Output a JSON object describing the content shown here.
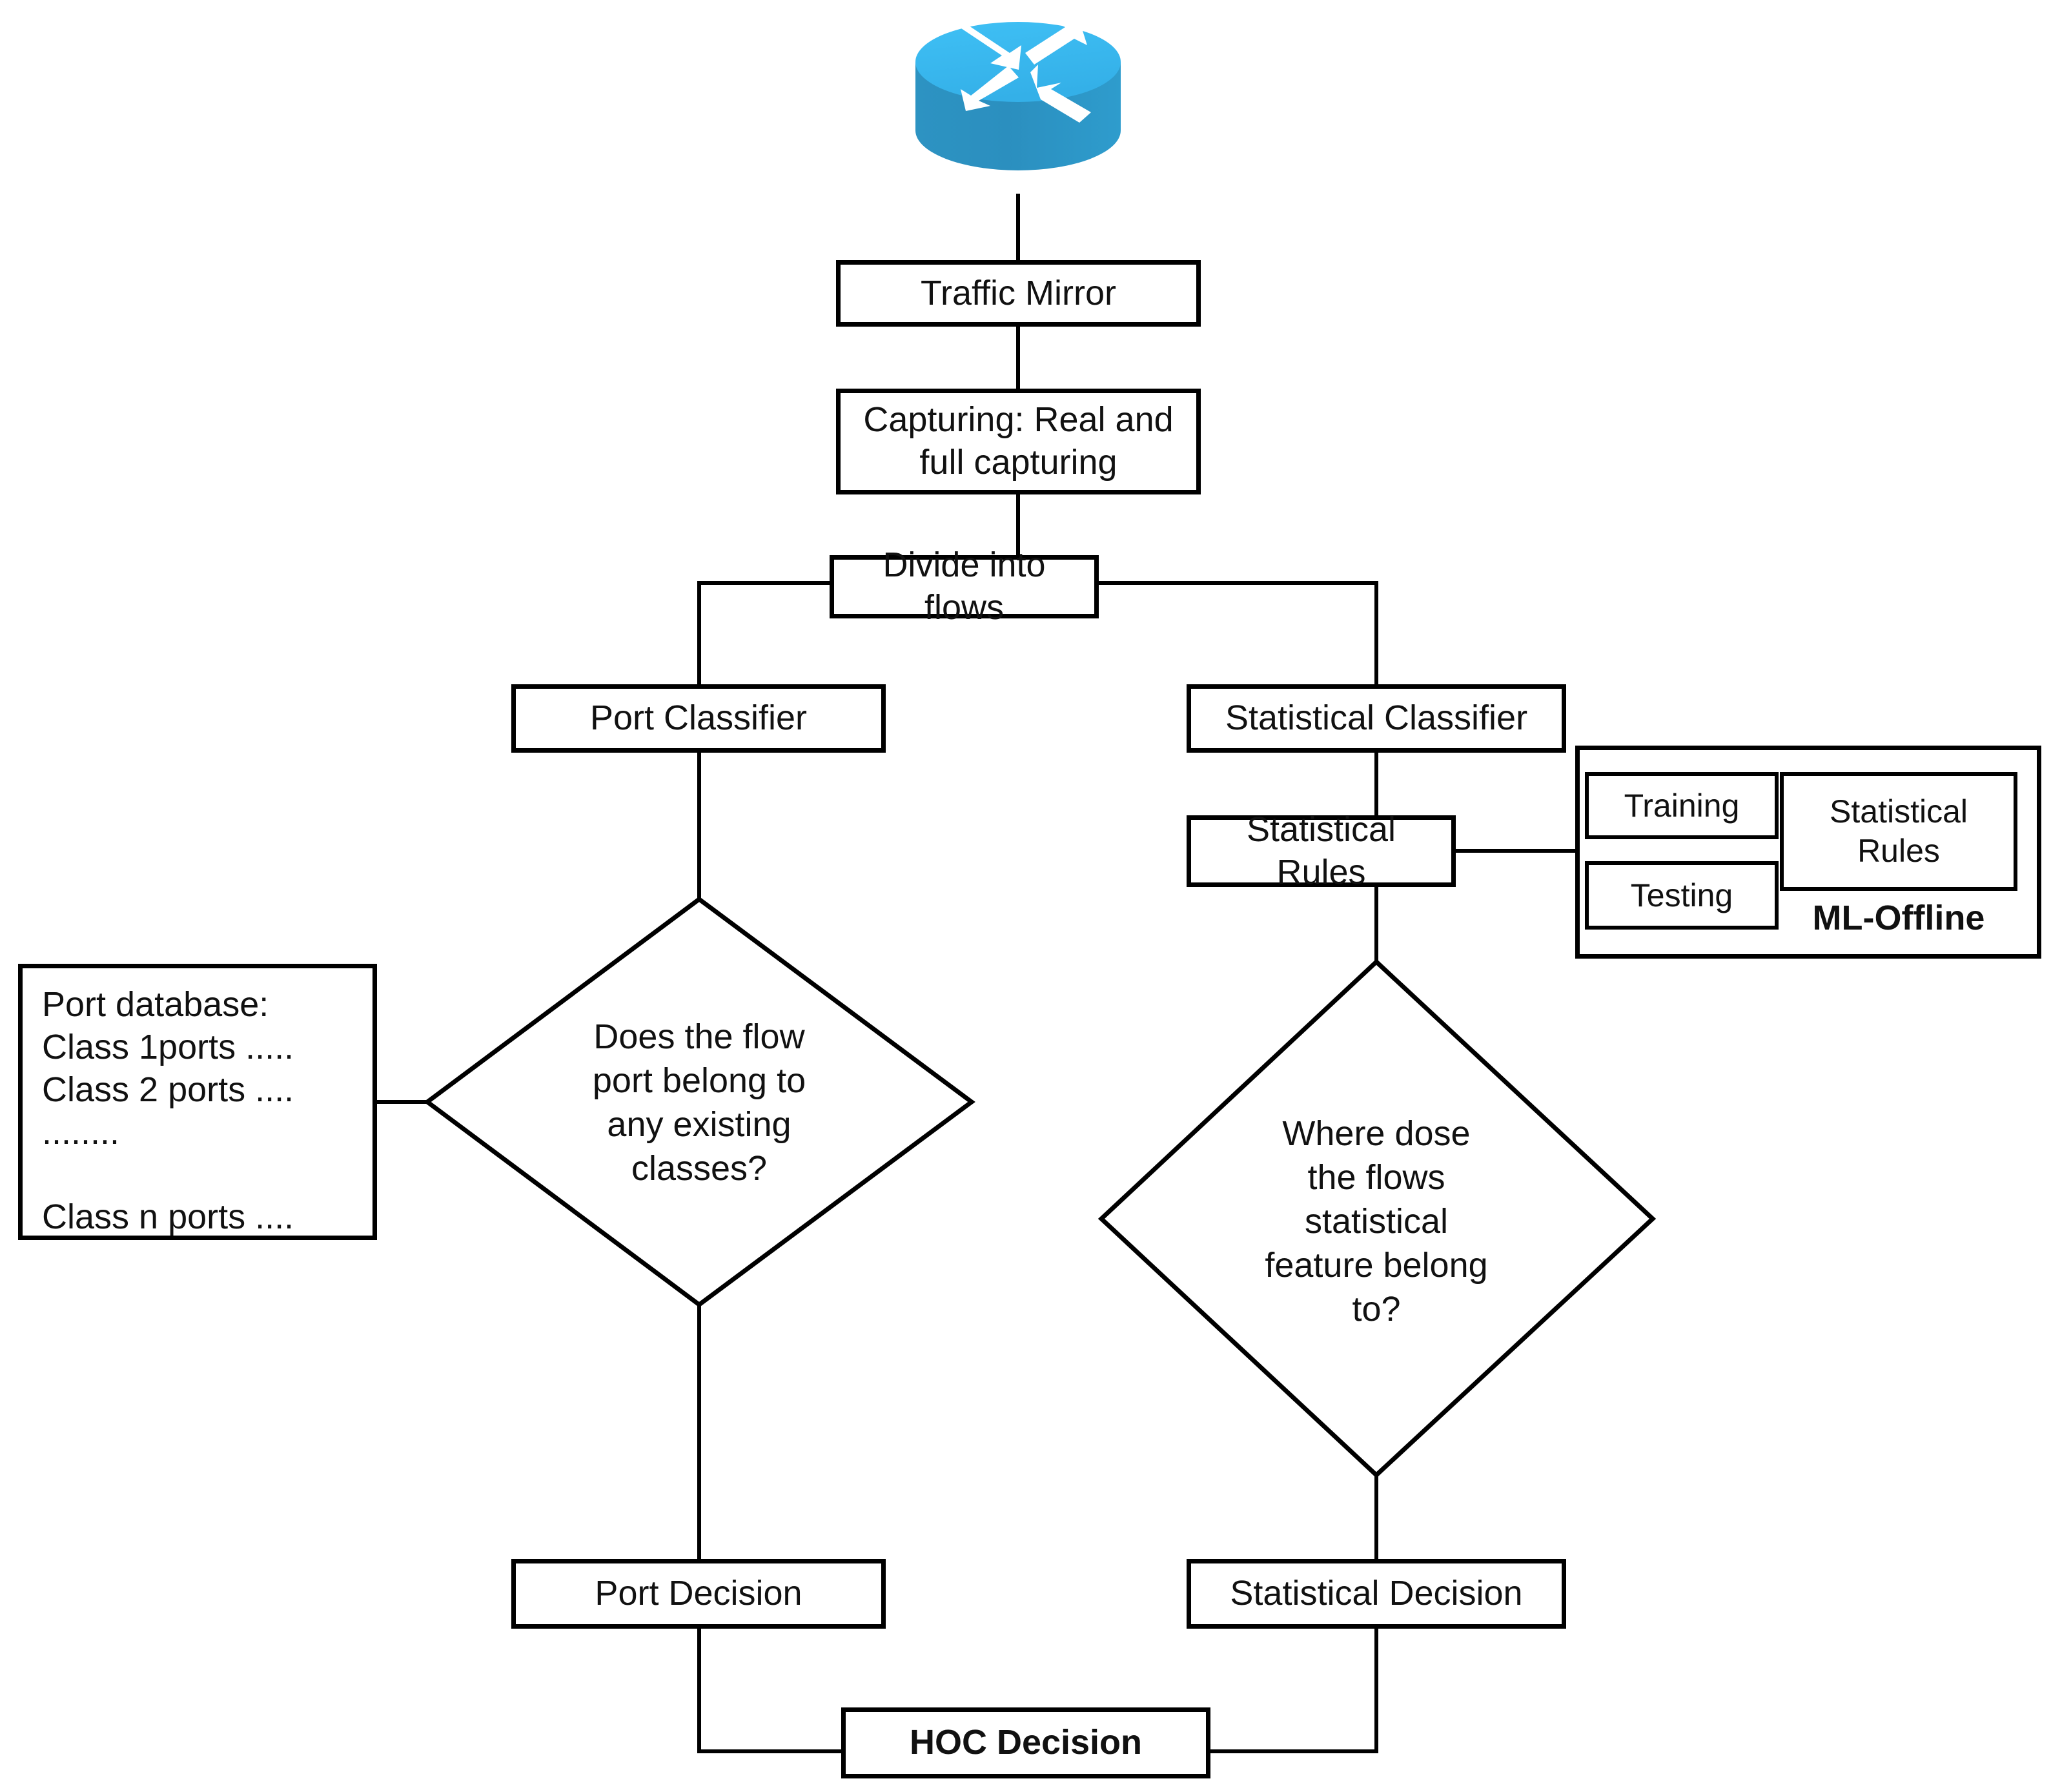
{
  "diagram": {
    "title": "Hybrid traffic classification (HOC) architecture flowchart",
    "colors": {
      "stroke": "#000000",
      "fill": "#ffffff",
      "router_top": "#35b4ec",
      "router_body": "#2a8fbd",
      "router_arrow": "#ffffff"
    },
    "icons": {
      "router": "router-icon"
    },
    "nodes": {
      "traffic_mirror": "Traffic Mirror",
      "capturing": "Capturing: Real and\nfull capturing",
      "divide_into_flows": "Divide into flows",
      "port_classifier": "Port Classifier",
      "statistical_classifier": "Statistical Classifier",
      "statistical_rules": "Statistical Rules",
      "port_database": "Port database:\nClass 1ports .....\nClass 2 ports ....\n........\n\nClass n ports ....",
      "port_decision_diamond": "Does the flow\nport belong to\nany existing\nclasses?",
      "statistical_decision_diamond": "Where dose\nthe flows\nstatistical\nfeature belong\nto?",
      "port_decision": "Port Decision",
      "statistical_decision": "Statistical Decision",
      "hoc_decision": "HOC Decision"
    },
    "ml_offline": {
      "group_label": "ML-Offline",
      "training": "Training",
      "testing": "Testing",
      "statistical_rules": "Statistical\nRules"
    }
  }
}
